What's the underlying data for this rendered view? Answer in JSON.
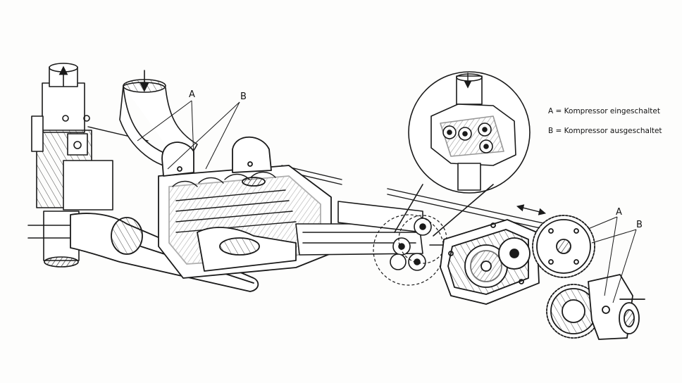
{
  "callouts": {
    "a_left": "A",
    "b_left": "B",
    "a_right": "A",
    "b_right": "B"
  },
  "legend": {
    "line_a": "A = Kompressor eingeschaltet",
    "line_b": "B = Kompressor ausgeschaltet"
  },
  "icons": [
    "intake-arrow-icon",
    "exhaust-arrow-icon",
    "shift-direction-arrow-icon"
  ],
  "colors": {
    "ink": "#1a1a1a",
    "paper": "#fdfdfc",
    "shade": "#d4d4d4"
  }
}
